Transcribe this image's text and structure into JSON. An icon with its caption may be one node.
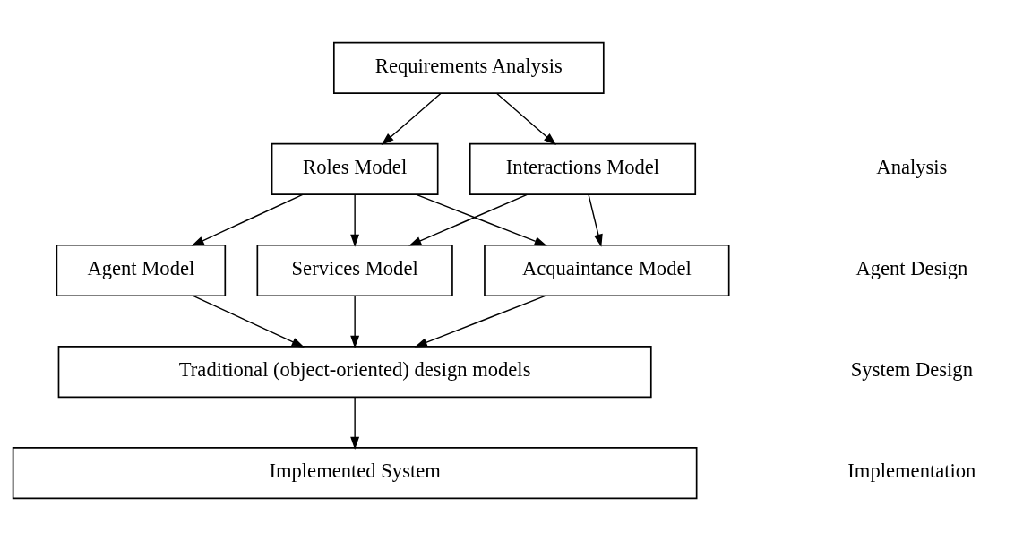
{
  "diagram": {
    "nodes": [
      {
        "text": [
          "Requirements Analysis"
        ]
      },
      {
        "text": [
          "Roles Model"
        ]
      },
      {
        "text": [
          "Interactions Model"
        ]
      },
      {
        "text": [
          "Agent Model"
        ]
      },
      {
        "text": [
          "Services Model"
        ]
      },
      {
        "text": [
          "Acquaintance Model"
        ]
      },
      {
        "text": [
          "Traditional (object-oriented) design models"
        ]
      },
      {
        "text": [
          "Implemented System"
        ]
      }
    ],
    "edges": [
      {
        "from": 0,
        "to": 1,
        "arrow": "to"
      },
      {
        "from": 0,
        "to": 2,
        "arrow": "to"
      },
      {
        "from": 1,
        "to": 3,
        "arrow": "to"
      },
      {
        "from": 1,
        "to": 4,
        "arrow": "to"
      },
      {
        "from": 1,
        "to": 5,
        "arrow": "to"
      },
      {
        "from": 2,
        "to": 4,
        "arrow": "to"
      },
      {
        "from": 2,
        "to": 5,
        "arrow": "to"
      },
      {
        "from": 3,
        "to": 6,
        "arrow": "to"
      },
      {
        "from": 4,
        "to": 6,
        "arrow": "to"
      },
      {
        "from": 5,
        "to": 6,
        "arrow": "to"
      },
      {
        "from": 6,
        "to": 7,
        "arrow": "to"
      }
    ],
    "labels": [
      "Analysis",
      "Agent Design",
      "System Design",
      "Implementation"
    ]
  }
}
